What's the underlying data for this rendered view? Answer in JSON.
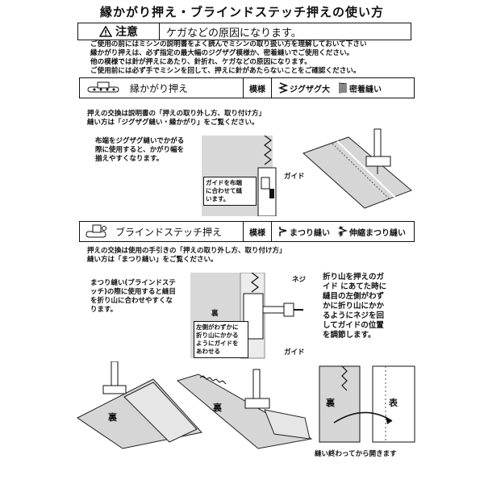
{
  "title": "縁かがり押え・ブラインドステッチ押えの使い方",
  "caution": {
    "label": "注意",
    "message": "ケガなどの原因になります。"
  },
  "warnings": [
    "ご使用の前にはミシンの説明書をよく読んでミシンの取り扱い方を理解しておいて下さい",
    "縁かがり押えは、必ず指定の最大幅のジグザグ模様か、密着縫いでご使用ください。",
    "他の模様では針が押えにあたり、針折れ、ケガなどの原因になります。",
    "ご使用前には必ず手でミシンを回して、押えに針があたらないことをご確認ください。"
  ],
  "foot1": {
    "name": "縁かがり押え",
    "pattern_label": "模様",
    "stitch_a": "ジグザグ大",
    "stitch_b": "密着縫い",
    "note1": "押えの交換は説明書の「押えの取り外し方、取り付け方」",
    "note2": "縫い方は「ジグザグ縫い・縁かがり」をご覧ください。",
    "tip1": "布端をジグザグ縫いでかがる",
    "tip2": "際に使用すると、かがり幅を",
    "tip3": "揃えやすくなります。",
    "guide_tip1": "ガイドを布端",
    "guide_tip2": "に合わせて縫",
    "guide_tip3": "います。",
    "guide_label": "ガイド"
  },
  "foot2": {
    "name": "ブラインドステッチ押え",
    "pattern_label": "模様",
    "stitch_a": "まつり縫い",
    "stitch_b": "伸縮まつり縫い",
    "note1": "押えの交換は使用の手引きの「押えの取り外し方、取り付け方」",
    "note2": "縫い方は「まつり縫い」をご覧ください。",
    "tip1": "まつり縫い(ブラインドステ",
    "tip2": "ッチ)の際に使用すると縫目",
    "tip3": "を折り山に合わせやすくな",
    "tip4": "ります。",
    "back_label": "裏",
    "inner1": "左側がわずかに",
    "inner2": "折り山にかかる",
    "inner3": "ようにガイドを",
    "inner4": "あわせる",
    "screw_label": "ネジ",
    "guide_label": "ガイド",
    "side1": "折り山を押えのガ",
    "side2": "イド にあてた時に",
    "side3": "縫目の左側がわず",
    "side4": "かに折り山にかか",
    "side5": "るようにネジを回",
    "side6": "してガイドの位置",
    "side7": "を調節します。"
  },
  "bottom": {
    "back1": "裏",
    "back2": "裏",
    "back3": "裏",
    "front": "表",
    "caption": "縫い終わってから開きます"
  }
}
